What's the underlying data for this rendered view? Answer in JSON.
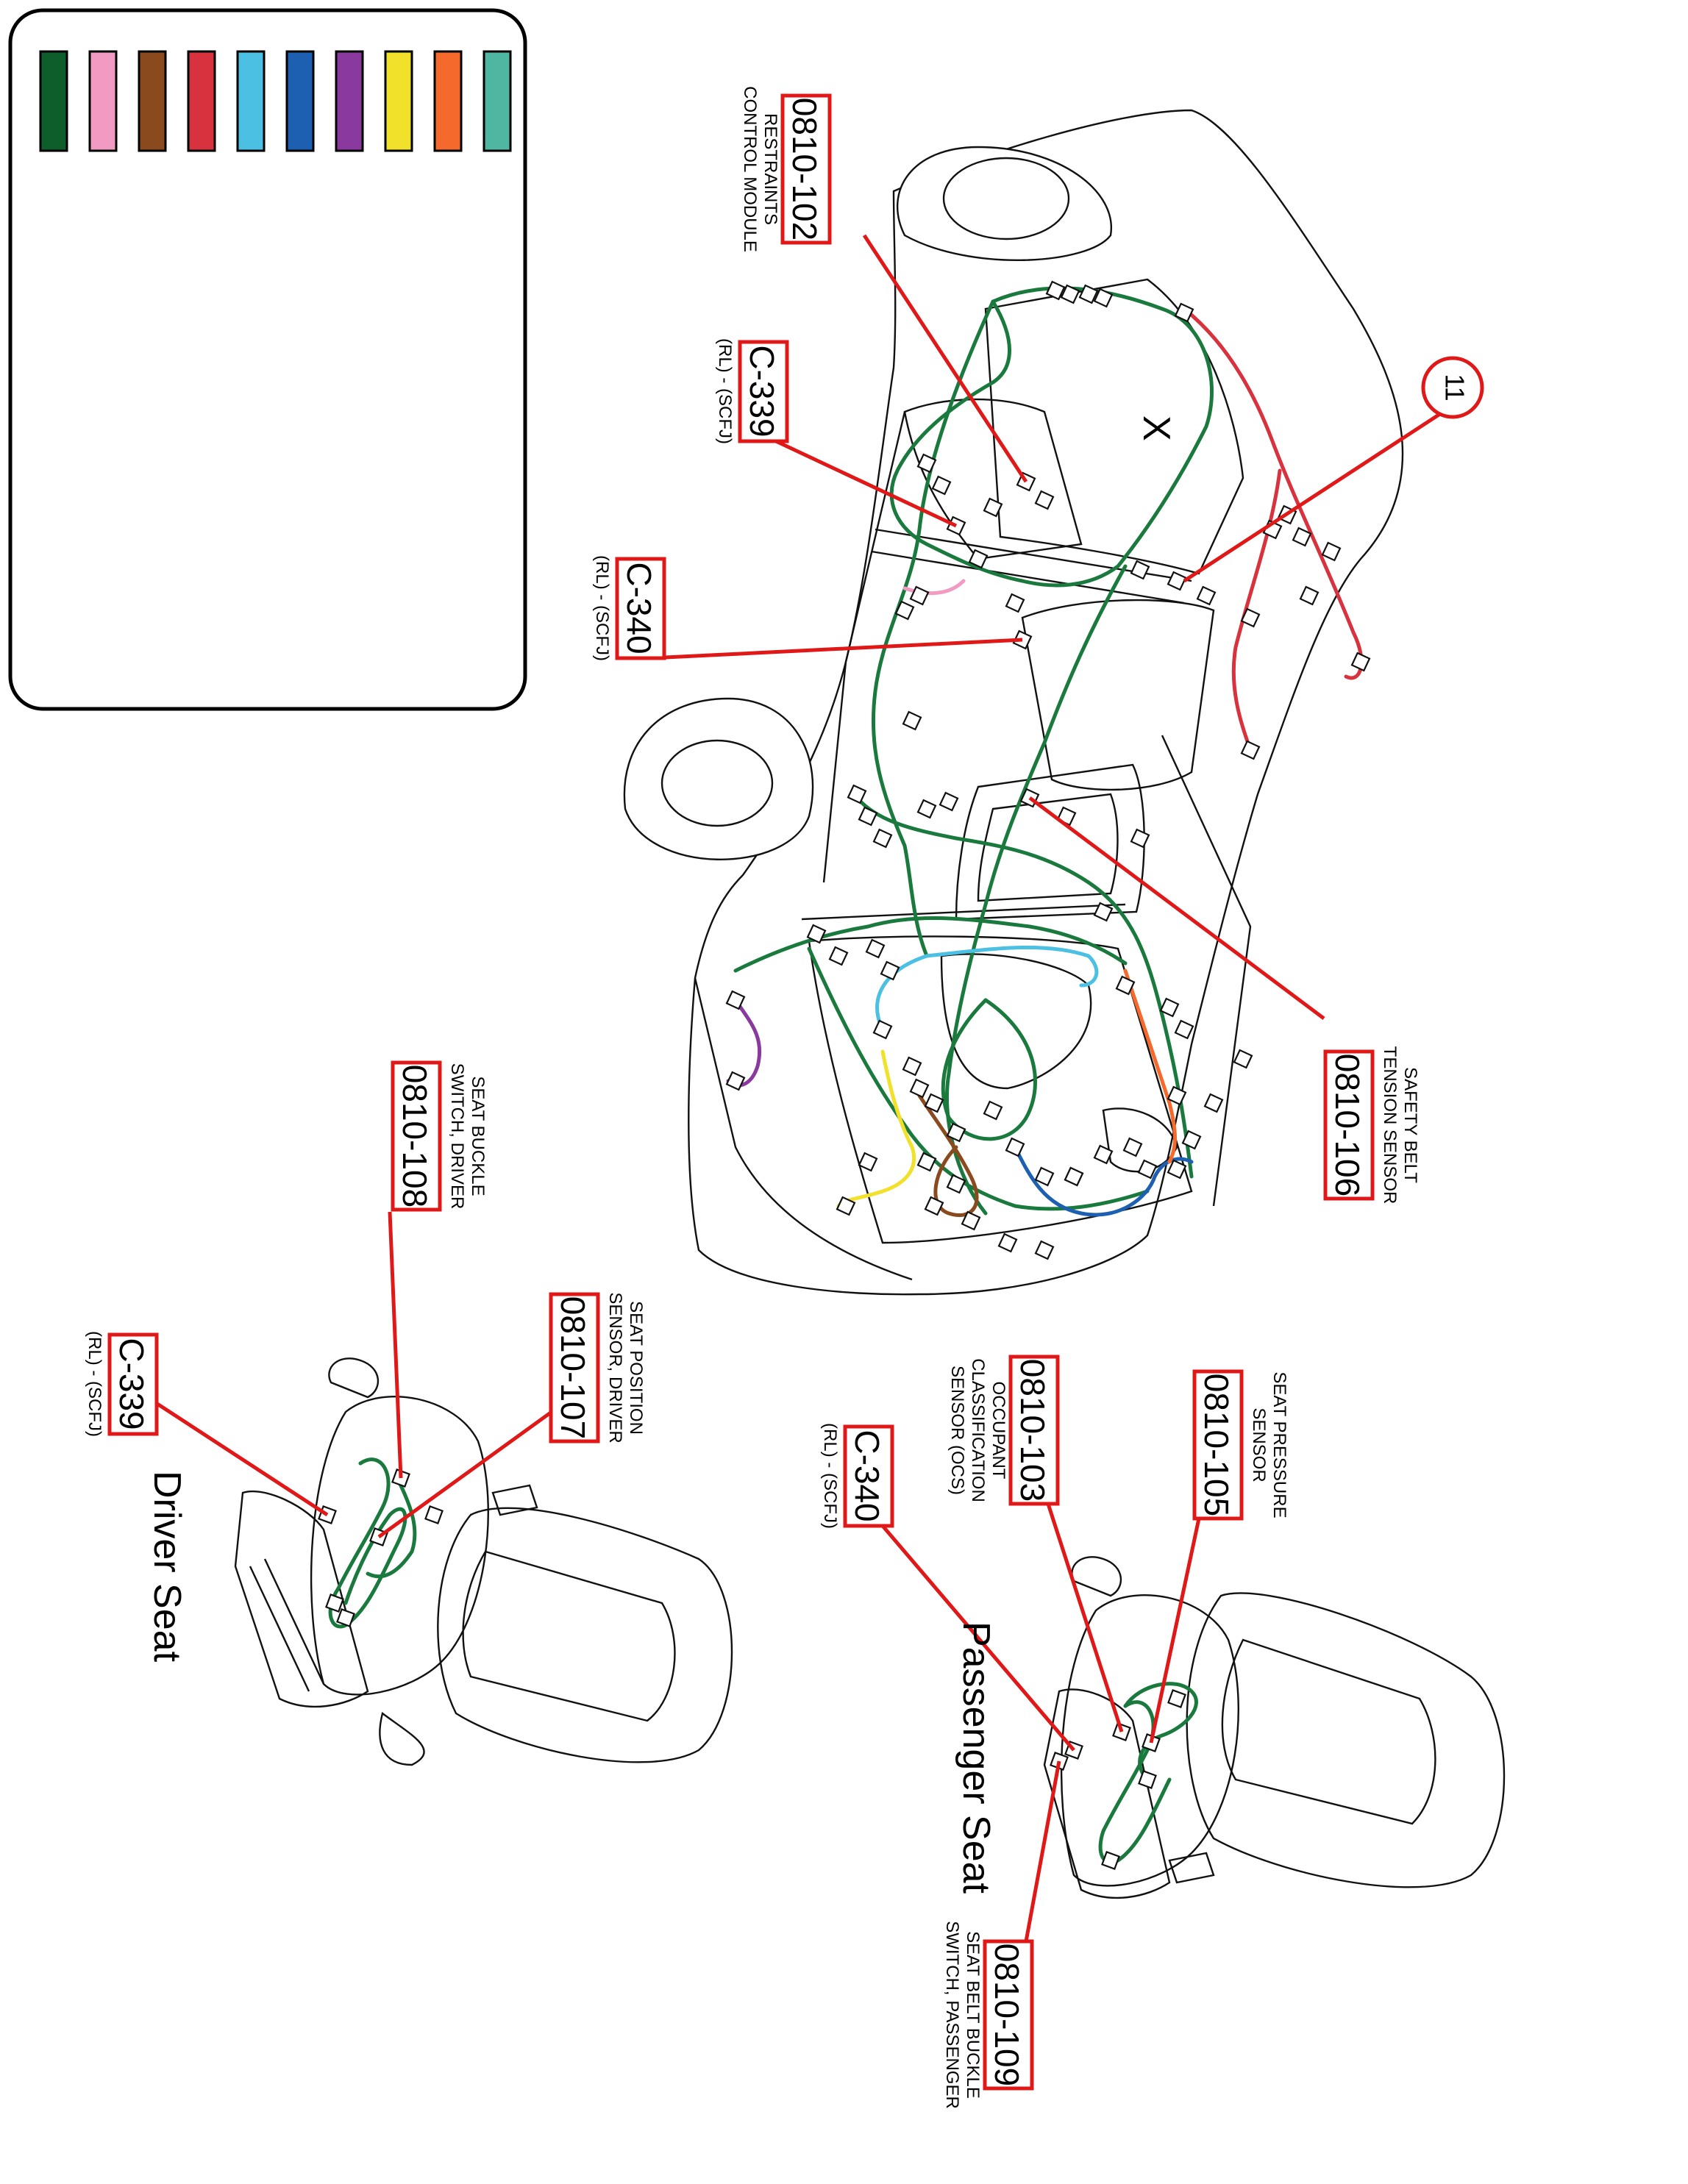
{
  "legend": {
    "colors": [
      "#0d5e2a",
      "#f19ac2",
      "#8b4a1e",
      "#d8323f",
      "#4bc0e2",
      "#1d5fb0",
      "#8a3a9e",
      "#f2e12a",
      "#f56a2c",
      "#4fb6a2"
    ]
  },
  "wire_colors": {
    "green": "#1a7a3e",
    "red": "#d8323f",
    "pink": "#f19ac2",
    "brown": "#8b4a1e",
    "cyan": "#4bc0e2",
    "blue": "#1d5fb0",
    "purple": "#8a3a9e",
    "yellow": "#f2e12a",
    "orange": "#f56a2c",
    "callout": "#e01818"
  },
  "vehicle": {
    "zone_marker": "X",
    "ref_circle": "11"
  },
  "callouts": {
    "c102": {
      "code": "0810-102",
      "line1": "RESTRAINTS",
      "line2": "CONTROL MODULE"
    },
    "c339_top": {
      "code": "C-339",
      "line1": "(RL) - (SCFJ)"
    },
    "c340_top": {
      "code": "C-340",
      "line1": "(RL) - (SCFJ)"
    },
    "c106": {
      "code": "0810-106",
      "line1": "SAFETY BELT",
      "line2": "TENSION SENSOR"
    },
    "c108": {
      "code": "0810-108",
      "line1": "SEAT BUCKLE",
      "line2": "SWITCH, DRIVER"
    },
    "c107": {
      "code": "0810-107",
      "line1": "SEAT POSITION",
      "line2": "SENSOR, DRIVER"
    },
    "c339_driver": {
      "code": "C-339",
      "line1": "(RL) - (SCFJ)"
    },
    "c103": {
      "code": "0810-103",
      "line1": "OCCUPANT",
      "line2": "CLASSIFICATION",
      "line3": "SENSOR (OCS)"
    },
    "c105": {
      "code": "0810-105",
      "line1": "SEAT PRESSURE",
      "line2": "SENSOR"
    },
    "c340_pass": {
      "code": "C-340",
      "line1": "(RL) - (SCFJ)"
    },
    "c109": {
      "code": "0810-109",
      "line1": "SEAT BELT BUCKLE",
      "line2": "SWITCH, PASSENGER"
    }
  },
  "seats": {
    "driver_title": "Driver Seat",
    "passenger_title": "Passenger Seat"
  }
}
